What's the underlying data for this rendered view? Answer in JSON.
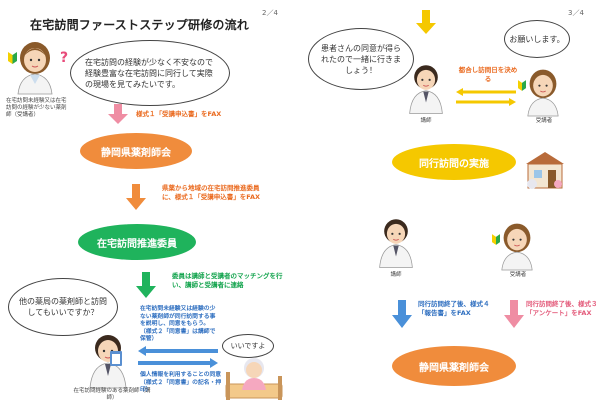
{
  "left": {
    "page_number": "2／4",
    "title": "在宅訪問ファーストステップ研修の流れ",
    "trainee_bubble": "在宅訪問の経験が少なく不安なので経験豊富な在宅訪問に同行して実際の現場を見てみたいです。",
    "trainee_label": "在宅訪問未経験又は在宅訪問の経験が少ない薬剤師（受講者）",
    "question_mark": "?",
    "step1_note": "様式１「受講申込書」をFAX",
    "step1_org": "静岡県薬剤師会",
    "step2_note": "県薬から地域の在宅訪問推進委員に、様式１「受講申込書」をFAX",
    "step2_org": "在宅訪問推進委員",
    "step3_note": "委員は講師と受講者のマッチングを行い、講師と受講者に連絡",
    "lecturer_bubble": "他の薬局の薬剤師と訪問してもいいですか？",
    "lecturer_label": "在宅訪問経験のある薬剤師（講師）",
    "explain_note": "在宅訪問未経験又は経験の少ない薬剤師が同行訪問する事を説明し、同意をもらう。（様式２「同意書」は講師で保管）",
    "patient_bubble": "いいですよ",
    "privacy_note": "個人情報を利用することの同意（様式２「同意書」の記名・押印）"
  },
  "right": {
    "page_number": "3／4",
    "patient_bubble": "患者さんの同意が得られたので一緒に行きましょう！",
    "trainee_bubble": "お願いします。",
    "schedule_note": "都合し訪問日を決める",
    "lecturer_label": "講師",
    "trainee_label": "受講者",
    "visit_label": "同行訪問の実施",
    "lecturer_label2": "講師",
    "trainee_label2": "受講者",
    "lecturer_fax_note": "同行訪問終了後、様式４「報告書」をFAX",
    "trainee_fax_note": "同行訪問終了後、様式３「アンケート」をFAX",
    "final_org": "静岡県薬剤師会"
  },
  "colors": {
    "orange": "#f08c3c",
    "green": "#1fb35c",
    "yellow": "#f5c800",
    "blue": "#4a90d9",
    "pink": "#ef8da3",
    "note_orange": "#ea6a1f",
    "note_green": "#11a34c",
    "note_blue": "#2f6fc0",
    "note_pink": "#e35a7a"
  },
  "icons": [
    "beginner-mark-icon",
    "pharmacist-male-icon",
    "pharmacist-female-icon",
    "elderly-patient-icon",
    "pharmacy-building-icon",
    "clipboard-icon"
  ]
}
